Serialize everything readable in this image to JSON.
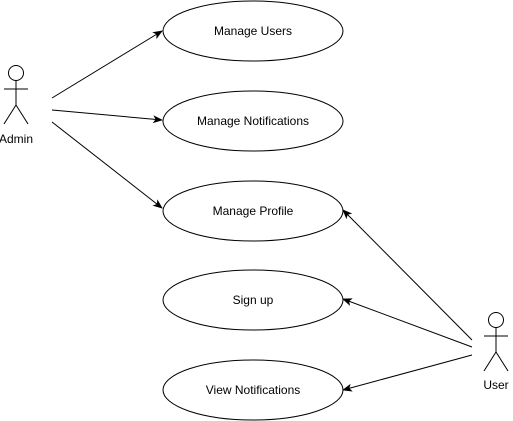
{
  "actors": {
    "admin": {
      "label": "Admin"
    },
    "user": {
      "label": "User"
    }
  },
  "use_cases": {
    "manage_users": {
      "label": "Manage Users"
    },
    "manage_notifications": {
      "label": "Manage Notifications"
    },
    "manage_profile": {
      "label": "Manage Profile"
    },
    "sign_up": {
      "label": "Sign up"
    },
    "view_notifications": {
      "label": "View Notifications"
    }
  },
  "associations": [
    {
      "from": "admin",
      "to": "manage_users"
    },
    {
      "from": "admin",
      "to": "manage_notifications"
    },
    {
      "from": "admin",
      "to": "manage_profile"
    },
    {
      "from": "user",
      "to": "manage_profile"
    },
    {
      "from": "user",
      "to": "sign_up"
    },
    {
      "from": "user",
      "to": "view_notifications"
    }
  ],
  "colors": {
    "stroke": "#000000",
    "fill": "#ffffff",
    "text": "#000000"
  }
}
